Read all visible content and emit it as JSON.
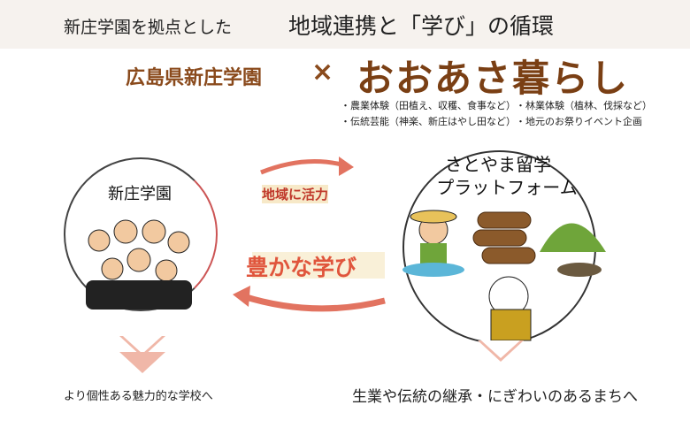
{
  "header": {
    "title_prefix": "新庄学園を拠点とした",
    "title_main": "地域連携と「学び」の循環"
  },
  "partnership": {
    "school": "広島県新庄学園",
    "cross": "×",
    "community": "おおあさ暮らし"
  },
  "activities": [
    "・農業体験（田植え、収穫、食事など）",
    "・林業体験（植林、伐採など）",
    "・伝統芸能（神楽、新庄はやし田など）",
    "・地元のお祭りイベント企画"
  ],
  "left_circle": {
    "label": "新庄学園"
  },
  "right_circle": {
    "label_line1": "さとやま留学",
    "label_line2": "プラットフォーム"
  },
  "arrows": {
    "top_label": "地域に活力",
    "bottom_label": "豊かな学び"
  },
  "footer": {
    "left": "より個性ある魅力的な学校へ",
    "right": "生業や伝統の継承・にぎわいのあるまちへ"
  },
  "colors": {
    "accent": "#e27360",
    "brown": "#7a3f14",
    "banner": "#f6f2ee"
  }
}
